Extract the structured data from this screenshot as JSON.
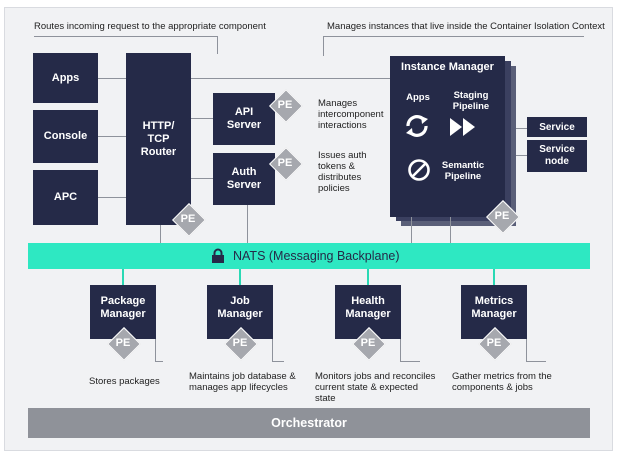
{
  "annotations": {
    "router_note": "Routes incoming request to the appropriate component",
    "instance_note": "Manages instances that live inside the Container Isolation Context",
    "api_note": "Manages intercomponent interactions",
    "auth_note": "Issues auth tokens & distributes policies",
    "package_note": "Stores packages",
    "job_note": "Maintains job database & manages app lifecycles",
    "health_note": "Monitors jobs and reconciles current state & expected state",
    "metrics_note": "Gather metrics from the components & jobs"
  },
  "clients": [
    "Apps",
    "Console",
    "APC"
  ],
  "router": {
    "line1": "HTTP/",
    "line2": "TCP",
    "line3": "Router"
  },
  "api_server": {
    "line1": "API",
    "line2": "Server"
  },
  "auth_server": {
    "line1": "Auth",
    "line2": "Server"
  },
  "instance_manager": {
    "title": "Instance Manager",
    "apps": "Apps",
    "staging_line1": "Staging",
    "staging_line2": "Pipeline",
    "semantic_line1": "Semantic",
    "semantic_line2": "Pipeline"
  },
  "service": {
    "label": "Service",
    "node_line1": "Service",
    "node_line2": "node"
  },
  "nats": {
    "label": "NATS (Messaging Backplane)"
  },
  "bottom_services": [
    {
      "line1": "Package",
      "line2": "Manager"
    },
    {
      "line1": "Job",
      "line2": "Manager"
    },
    {
      "line1": "Health",
      "line2": "Manager"
    },
    {
      "line1": "Metrics",
      "line2": "Manager"
    }
  ],
  "pe_label": "PE",
  "orchestrator": "Orchestrator",
  "colors": {
    "navy": "#252a48",
    "teal": "#2ee8c2",
    "gray_bar": "#8f9299",
    "pe_gray": "#a6a8ae"
  },
  "icons": [
    "refresh-icon",
    "fast-forward-icon",
    "no-entry-icon",
    "lock-icon"
  ]
}
